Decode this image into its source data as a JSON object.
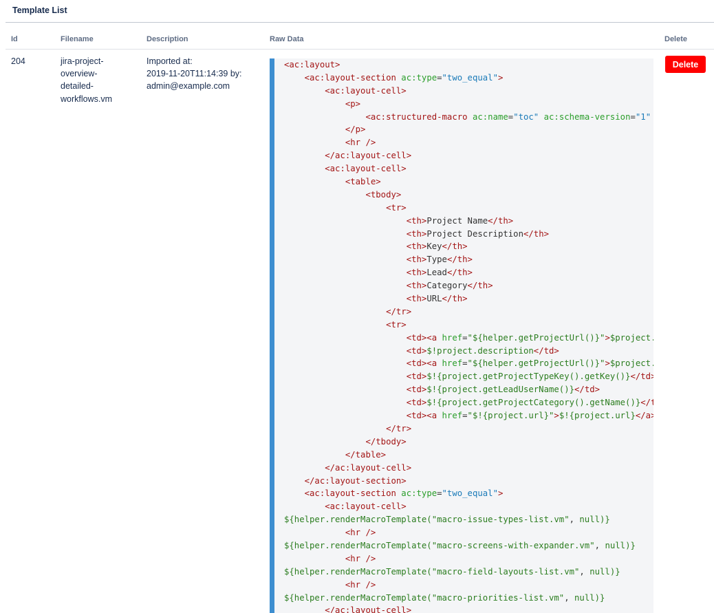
{
  "page": {
    "title": "Template List"
  },
  "table": {
    "headers": {
      "id": "Id",
      "filename": "Filename",
      "description": "Description",
      "raw_data": "Raw Data",
      "delete": "Delete"
    },
    "row": {
      "id": "204",
      "filename_lines": [
        "jira-project-",
        "overview-",
        "detailed-",
        "workflows.vm"
      ],
      "description_lines": [
        "Imported at:",
        "2019-11-20T11:14:39 by:",
        "admin@example.com"
      ],
      "delete_label": "Delete"
    }
  },
  "colors": {
    "delete_button": "#ff0000",
    "code_border": "#3d8ed0",
    "code_background": "#f4f5f7"
  },
  "raw_data_lines": [
    [
      [
        "tag",
        "<ac:layout>"
      ]
    ],
    [
      [
        "plain",
        "    "
      ],
      [
        "tag",
        "<ac:layout-section "
      ],
      [
        "attr",
        "ac:type"
      ],
      [
        "plain",
        "="
      ],
      [
        "val",
        "\"two_equal\""
      ],
      [
        "tag",
        ">"
      ]
    ],
    [
      [
        "plain",
        "        "
      ],
      [
        "tag",
        "<ac:layout-cell>"
      ]
    ],
    [
      [
        "plain",
        "            "
      ],
      [
        "tag",
        "<p>"
      ]
    ],
    [
      [
        "plain",
        "                "
      ],
      [
        "tag",
        "<ac:structured-macro "
      ],
      [
        "attr",
        "ac:name"
      ],
      [
        "plain",
        "="
      ],
      [
        "val",
        "\"toc\""
      ],
      [
        "plain",
        " "
      ],
      [
        "attr",
        "ac:schema-version"
      ],
      [
        "plain",
        "="
      ],
      [
        "val",
        "\"1\""
      ]
    ],
    [
      [
        "plain",
        "            "
      ],
      [
        "tag",
        "</p>"
      ]
    ],
    [
      [
        "plain",
        "            "
      ],
      [
        "tag",
        "<hr />"
      ]
    ],
    [
      [
        "plain",
        "        "
      ],
      [
        "tag",
        "</ac:layout-cell>"
      ]
    ],
    [
      [
        "plain",
        "        "
      ],
      [
        "tag",
        "<ac:layout-cell>"
      ]
    ],
    [
      [
        "plain",
        "            "
      ],
      [
        "tag",
        "<table>"
      ]
    ],
    [
      [
        "plain",
        "                "
      ],
      [
        "tag",
        "<tbody>"
      ]
    ],
    [
      [
        "plain",
        "                    "
      ],
      [
        "tag",
        "<tr>"
      ]
    ],
    [
      [
        "plain",
        "                        "
      ],
      [
        "tag",
        "<th>"
      ],
      [
        "plain",
        "Project Name"
      ],
      [
        "tag",
        "</th>"
      ]
    ],
    [
      [
        "plain",
        "                        "
      ],
      [
        "tag",
        "<th>"
      ],
      [
        "plain",
        "Project Description"
      ],
      [
        "tag",
        "</th>"
      ]
    ],
    [
      [
        "plain",
        "                        "
      ],
      [
        "tag",
        "<th>"
      ],
      [
        "plain",
        "Key"
      ],
      [
        "tag",
        "</th>"
      ]
    ],
    [
      [
        "plain",
        "                        "
      ],
      [
        "tag",
        "<th>"
      ],
      [
        "plain",
        "Type"
      ],
      [
        "tag",
        "</th>"
      ]
    ],
    [
      [
        "plain",
        "                        "
      ],
      [
        "tag",
        "<th>"
      ],
      [
        "plain",
        "Lead"
      ],
      [
        "tag",
        "</th>"
      ]
    ],
    [
      [
        "plain",
        "                        "
      ],
      [
        "tag",
        "<th>"
      ],
      [
        "plain",
        "Category"
      ],
      [
        "tag",
        "</th>"
      ]
    ],
    [
      [
        "plain",
        "                        "
      ],
      [
        "tag",
        "<th>"
      ],
      [
        "plain",
        "URL"
      ],
      [
        "tag",
        "</th>"
      ]
    ],
    [
      [
        "plain",
        "                    "
      ],
      [
        "tag",
        "</tr>"
      ]
    ],
    [
      [
        "plain",
        "                    "
      ],
      [
        "tag",
        "<tr>"
      ]
    ],
    [
      [
        "plain",
        "                        "
      ],
      [
        "tag",
        "<td><a "
      ],
      [
        "attr",
        "href"
      ],
      [
        "plain",
        "="
      ],
      [
        "str",
        "\"${helper.getProjectUrl()}\""
      ],
      [
        "tag",
        ">"
      ],
      [
        "str",
        "$project.name"
      ]
    ],
    [
      [
        "plain",
        "                        "
      ],
      [
        "tag",
        "<td>"
      ],
      [
        "str",
        "$!project.description"
      ],
      [
        "tag",
        "</td>"
      ]
    ],
    [
      [
        "plain",
        "                        "
      ],
      [
        "tag",
        "<td><a "
      ],
      [
        "attr",
        "href"
      ],
      [
        "plain",
        "="
      ],
      [
        "str",
        "\"${helper.getProjectUrl()}\""
      ],
      [
        "tag",
        ">"
      ],
      [
        "str",
        "$project.key"
      ]
    ],
    [
      [
        "plain",
        "                        "
      ],
      [
        "tag",
        "<td>"
      ],
      [
        "str",
        "$!{project.getProjectTypeKey().getKey()}"
      ],
      [
        "tag",
        "</td>"
      ]
    ],
    [
      [
        "plain",
        "                        "
      ],
      [
        "tag",
        "<td>"
      ],
      [
        "str",
        "$!{project.getLeadUserName()}"
      ],
      [
        "tag",
        "</td>"
      ]
    ],
    [
      [
        "plain",
        "                        "
      ],
      [
        "tag",
        "<td>"
      ],
      [
        "str",
        "$!{project.getProjectCategory().getName()}"
      ],
      [
        "tag",
        "</td>"
      ]
    ],
    [
      [
        "plain",
        "                        "
      ],
      [
        "tag",
        "<td><a "
      ],
      [
        "attr",
        "href"
      ],
      [
        "plain",
        "="
      ],
      [
        "str",
        "\"$!{project.url}\""
      ],
      [
        "tag",
        ">"
      ],
      [
        "str",
        "$!{project.url}"
      ],
      [
        "tag",
        "</a></td>"
      ]
    ],
    [
      [
        "plain",
        "                    "
      ],
      [
        "tag",
        "</tr>"
      ]
    ],
    [
      [
        "plain",
        "                "
      ],
      [
        "tag",
        "</tbody>"
      ]
    ],
    [
      [
        "plain",
        "            "
      ],
      [
        "tag",
        "</table>"
      ]
    ],
    [
      [
        "plain",
        "        "
      ],
      [
        "tag",
        "</ac:layout-cell>"
      ]
    ],
    [
      [
        "plain",
        "    "
      ],
      [
        "tag",
        "</ac:layout-section>"
      ]
    ],
    [
      [
        "plain",
        "    "
      ],
      [
        "tag",
        "<ac:layout-section "
      ],
      [
        "attr",
        "ac:type"
      ],
      [
        "plain",
        "="
      ],
      [
        "val",
        "\"two_equal\""
      ],
      [
        "tag",
        ">"
      ]
    ],
    [
      [
        "plain",
        "        "
      ],
      [
        "tag",
        "<ac:layout-cell>"
      ]
    ],
    [
      [
        "str",
        "${helper.renderMacroTemplate("
      ],
      [
        "str",
        "\"macro-issue-types-list.vm\""
      ],
      [
        "plain",
        ", "
      ],
      [
        "str",
        "null"
      ],
      [
        "str",
        ")}"
      ]
    ],
    [
      [
        "plain",
        "            "
      ],
      [
        "tag",
        "<hr />"
      ]
    ],
    [
      [
        "str",
        "${helper.renderMacroTemplate("
      ],
      [
        "str",
        "\"macro-screens-with-expander.vm\""
      ],
      [
        "plain",
        ", "
      ],
      [
        "str",
        "null"
      ],
      [
        "str",
        ")}"
      ]
    ],
    [
      [
        "plain",
        "            "
      ],
      [
        "tag",
        "<hr />"
      ]
    ],
    [
      [
        "str",
        "${helper.renderMacroTemplate("
      ],
      [
        "str",
        "\"macro-field-layouts-list.vm\""
      ],
      [
        "plain",
        ", "
      ],
      [
        "str",
        "null"
      ],
      [
        "str",
        ")}"
      ]
    ],
    [
      [
        "plain",
        "            "
      ],
      [
        "tag",
        "<hr />"
      ]
    ],
    [
      [
        "str",
        "${helper.renderMacroTemplate("
      ],
      [
        "str",
        "\"macro-priorities-list.vm\""
      ],
      [
        "plain",
        ", "
      ],
      [
        "str",
        "null"
      ],
      [
        "str",
        ")}"
      ]
    ],
    [
      [
        "plain",
        "        "
      ],
      [
        "tag",
        "</ac:layout-cell>"
      ]
    ]
  ]
}
